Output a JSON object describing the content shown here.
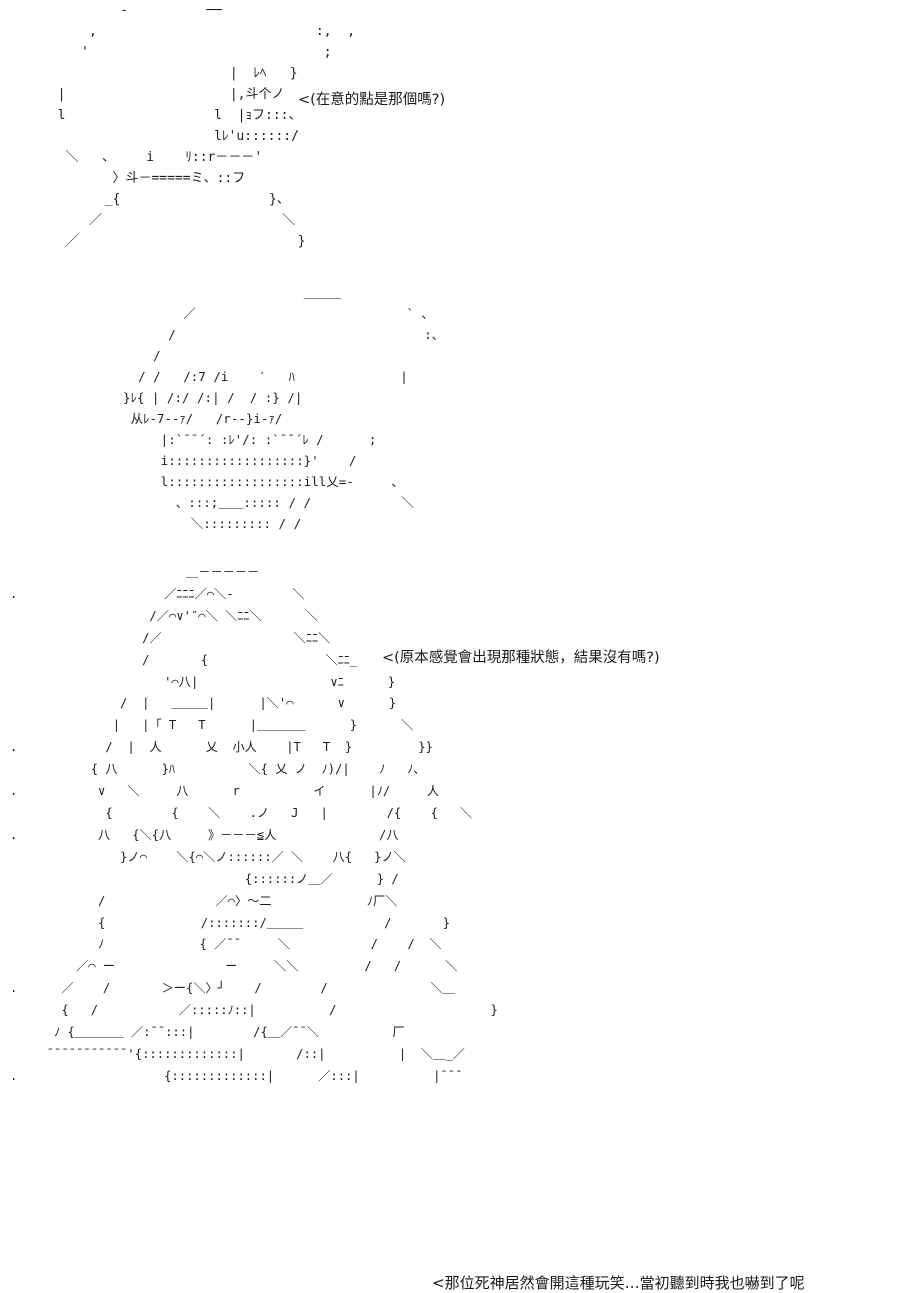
{
  "panels": [
    {
      "art": "          -          ──\n      ,                            :,  ,\n     '                              ;\n                        |  ﾚﾍ   }\n  |                     |,斗个ノ\n  l                   l  |ｮフ:::、\n                      lﾚ'u::::::/\n   ＼   、    i    ﾘ::r－－－'\n         〉斗－=====ミ、::フ\n        _{                   }、\n      ／                       ＼\n   ／                            }",
      "speech": "<(在意的點是那個嗎?)"
    },
    {
      "art": "                          ＿＿＿\n          ／                            ` 、\n        /                                 :、\n      /\n    / /   /:7 /i    ′   ﾊ              |\n  }ﾚ{ | /:/ /:| /  / :} /|\n   从ﾚ-7--ｧ/   /r--}i-ｧ/\n       |:`¯¯´: :ﾚ'/: :`¯¯´ﾚ /      ;\n       i::::::::::::::::::}'    /\n       l::::::::::::::::::ill乂=-     、\n         、:::;＿＿::::: / /            ＼\n           ＼::::::::: / /",
      "speech": "<(原本感覺會出現那種狀態，結果沒有嗎?)"
    },
    {
      "art": "                        ＿－－－－－\n.                    ／ﾆﾆﾆ／⌒＼-        ＼\n                   /／⌒∨'″⌒＼ ＼ﾆﾆ＼      ＼\n                  /／                  ＼ﾆﾆ＼\n                  /       {                ＼ﾆﾆ_\n                     '⌒八|                  ∨ﾆ      }\n               /  |   ＿＿＿|      |＼'⌒      ∨      }\n              |   |「 T   T      |＿＿＿＿      }      ＼\n.            /  |  人      乂  小人    |T   T  }         }}\n           { 八      }ﾊ          ＼{ 乂 ノ  ﾉ)/|    ﾉ   ﾉ、\n.           ∨   ＼     八      r          イ      |ﾉ/     人\n             {        {    ＼    .ノ   J   |        /{    {   ＼\n.           八   {＼{八     》－－－≦人              /八\n               }ノ⌒    ＼{⌒＼ノ::::::／ ＼    八{   }ノ＼\n                                {::::::ノ＿／      } /\n            /               ／⌒〉〜二             ﾉ厂＼\n            {             /:::::::/＿＿＿           /       }\n            ﾉ             { ／¯¯     ＼           /    /  ＼\n         ／⌒ ー               ー     ＼＼         /   /      ＼\n.      ／    /       ＞ー{＼〉┘    /        /              ＼＿\n       {   /           ／:::::ﾉ::|          /                     }\n      ﾉ {＿＿＿＿ ／:¯¯:::|        /{＿／¯¯＼          厂\n     ¯¯¯¯¯¯¯¯¯¯¯'{:::::::::::::|       /::|          |  ＼＿_／\n.                    {:::::::::::::|      ／:::|          |¯¯¯",
      "speech": "<那位死神居然會開這種玩笑…當初聽到時我也嚇到了呢"
    }
  ]
}
